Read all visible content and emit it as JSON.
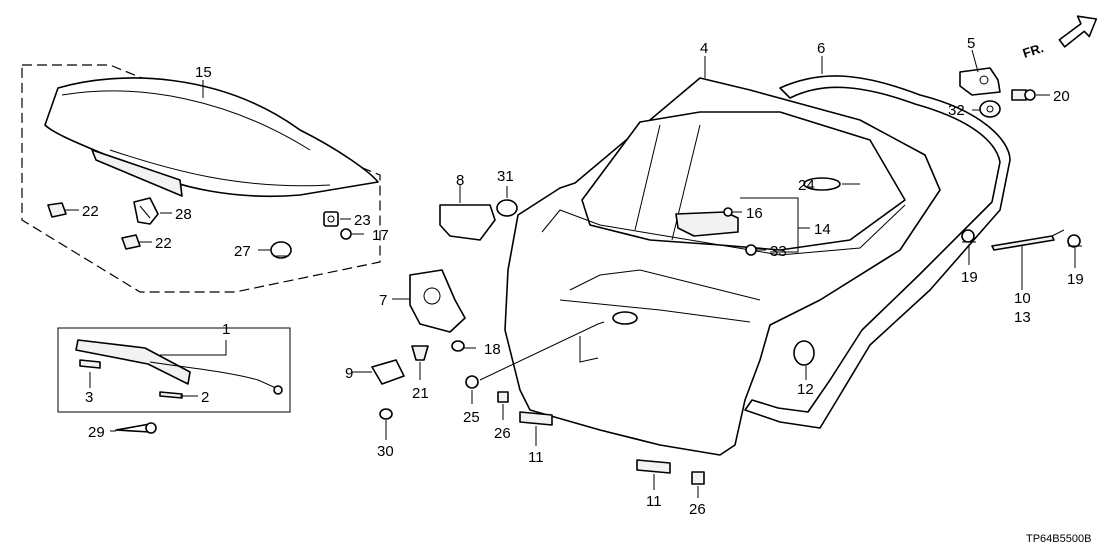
{
  "diagram": {
    "code": "TP64B5500B",
    "direction_label": "FR.",
    "callouts": {
      "c1": "1",
      "c2": "2",
      "c3": "3",
      "c4": "4",
      "c5": "5",
      "c6": "6",
      "c7": "7",
      "c8": "8",
      "c9": "9",
      "c10": "10",
      "c11a": "11",
      "c11b": "11",
      "c12": "12",
      "c13": "13",
      "c14": "14",
      "c15": "15",
      "c16": "16",
      "c17": "17",
      "c18": "18",
      "c19a": "19",
      "c19b": "19",
      "c20": "20",
      "c21": "21",
      "c22a": "22",
      "c22b": "22",
      "c23": "23",
      "c24": "24",
      "c25": "25",
      "c26a": "26",
      "c26b": "26",
      "c27": "27",
      "c28": "28",
      "c29": "29",
      "c30": "30",
      "c31": "31",
      "c32": "32",
      "c33": "33"
    }
  }
}
